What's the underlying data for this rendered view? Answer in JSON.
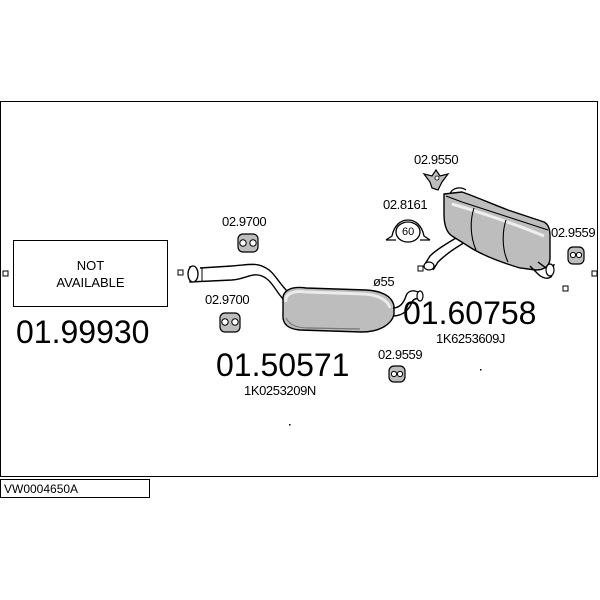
{
  "not_available": {
    "line1": "NOT",
    "line2": "AVAILABLE"
  },
  "parts": {
    "front_pipe_number": "01.99930",
    "middle_silencer": {
      "number": "01.50571",
      "oem": "1K0253209N"
    },
    "rear_silencer": {
      "number": "01.60758",
      "oem": "1K6253609J"
    }
  },
  "accessories": {
    "hanger_upper": "02.9700",
    "hanger_lower": "02.9700",
    "clamp_mid": "02.9559",
    "rubber_top": "02.9550",
    "clamp_60": "02.8161",
    "clamp_60_size": "60",
    "clamp_right": "02.9559"
  },
  "diameter_label": "ø55",
  "reference_code": "VW0004650A"
}
